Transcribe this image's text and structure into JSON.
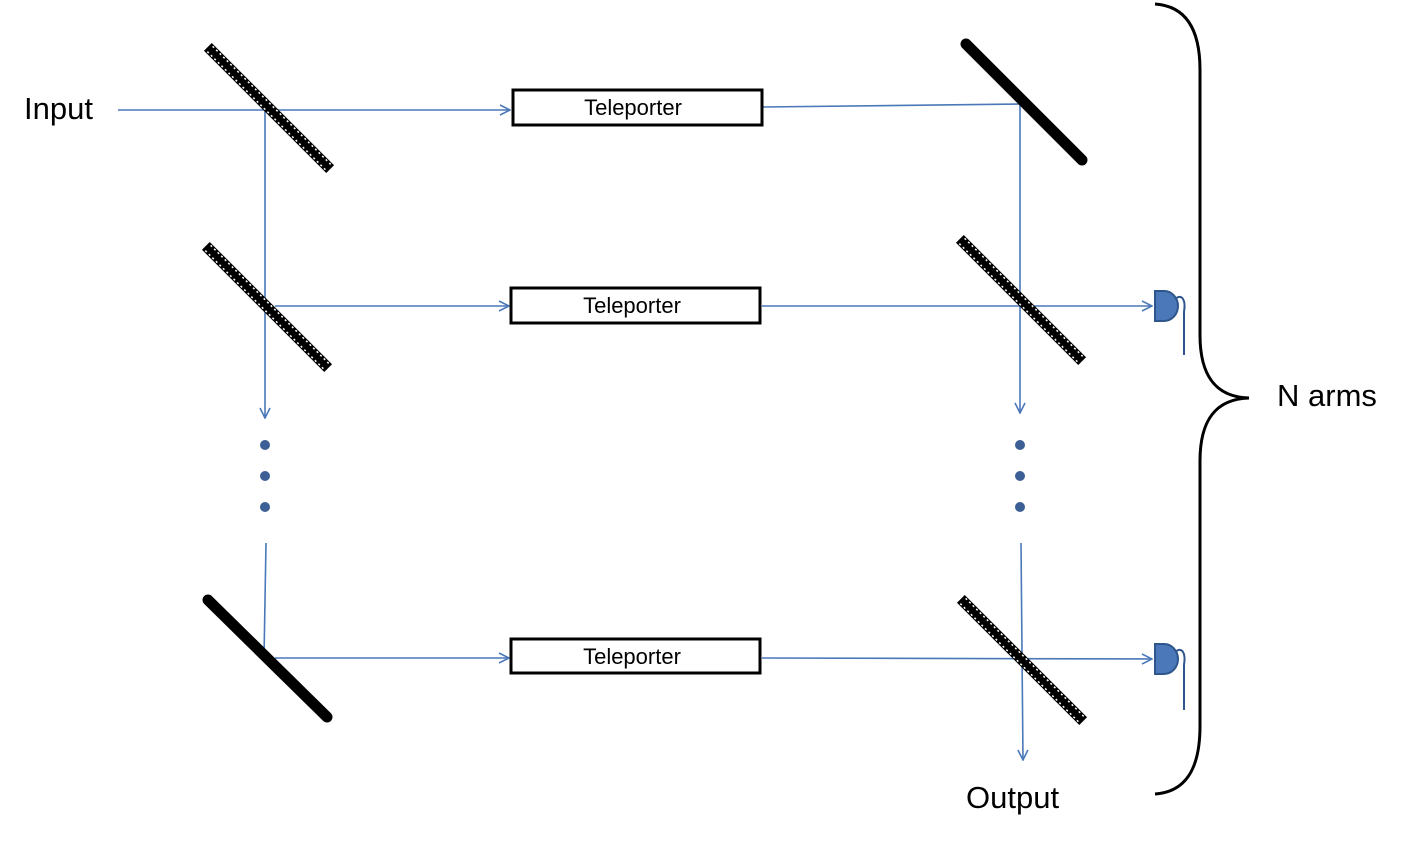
{
  "labels": {
    "input": "Input",
    "output": "Output",
    "n_arms": "N arms",
    "teleporter_1": "Teleporter",
    "teleporter_2": "Teleporter",
    "teleporter_3": "Teleporter"
  },
  "colors": {
    "beam": "#4a78b8",
    "dot": "#3c5f95",
    "detector_fill": "#4a78b8",
    "detector_stroke": "#2f568c",
    "mirror": "#000000"
  }
}
